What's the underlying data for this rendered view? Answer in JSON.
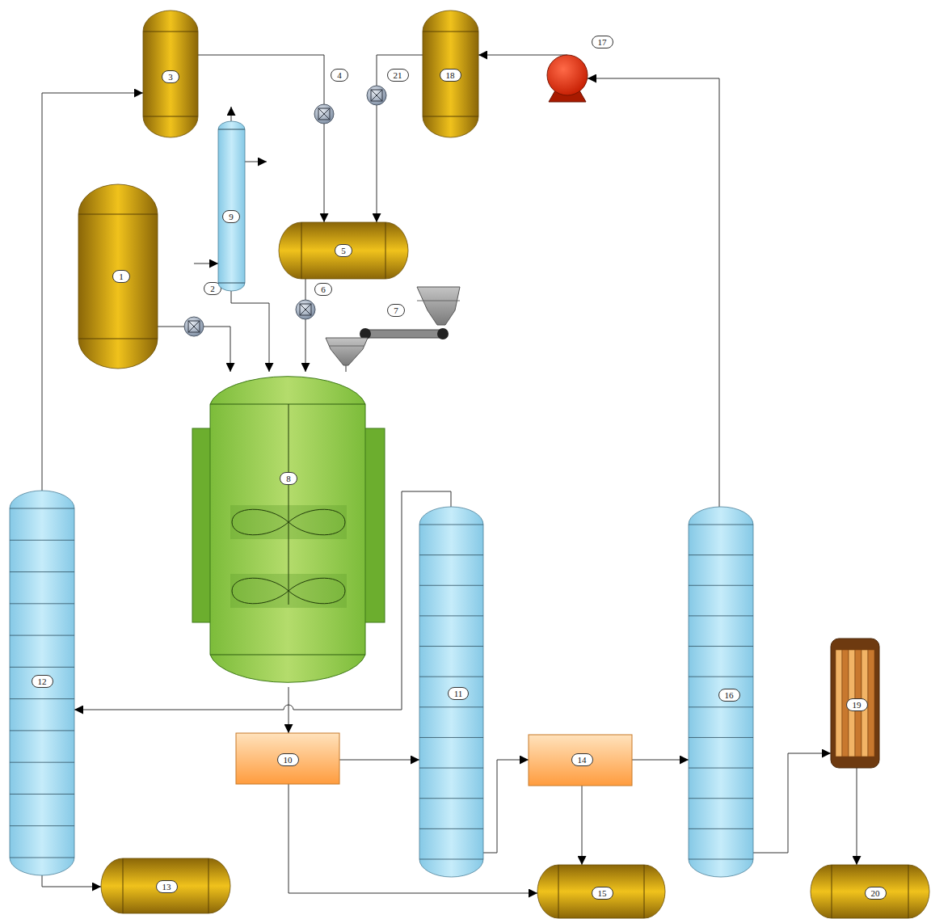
{
  "diagram": {
    "nodes": [
      {
        "text": [
          "1"
        ]
      },
      {
        "text": [
          "2"
        ]
      },
      {
        "text": [
          "3"
        ]
      },
      {
        "text": [
          "4"
        ]
      },
      {
        "text": [
          "5"
        ]
      },
      {
        "text": [
          "6"
        ]
      },
      {
        "text": [
          "7"
        ]
      },
      {
        "text": [
          "8"
        ]
      },
      {
        "text": [
          "9"
        ]
      },
      {
        "text": [
          "10"
        ]
      },
      {
        "text": [
          "11"
        ]
      },
      {
        "text": [
          "12"
        ]
      },
      {
        "text": [
          "13"
        ]
      },
      {
        "text": [
          "14"
        ]
      },
      {
        "text": [
          "15"
        ]
      },
      {
        "text": [
          "16"
        ]
      },
      {
        "text": [
          "17"
        ]
      },
      {
        "text": [
          "18"
        ]
      },
      {
        "text": [
          "19"
        ]
      },
      {
        "text": [
          "20"
        ]
      },
      {
        "text": [
          "21"
        ]
      }
    ],
    "edges": [
      {
        "from": 0,
        "to": 1,
        "arrow": "none"
      },
      {
        "from": 1,
        "to": 7,
        "arrow": "to"
      },
      {
        "from": 8,
        "to": 7,
        "arrow": "to"
      },
      {
        "from": 4,
        "to": 5,
        "arrow": "none"
      },
      {
        "from": 5,
        "to": 7,
        "arrow": "to"
      },
      {
        "from": 2,
        "to": 3,
        "arrow": "none"
      },
      {
        "from": 3,
        "to": 4,
        "arrow": "to"
      },
      {
        "from": 17,
        "to": 20,
        "arrow": "none"
      },
      {
        "from": 20,
        "to": 4,
        "arrow": "to"
      },
      {
        "from": 6,
        "to": 7,
        "arrow": "none"
      },
      {
        "from": 7,
        "to": 9,
        "arrow": "to"
      },
      {
        "from": 9,
        "to": 10,
        "arrow": "to"
      },
      {
        "from": 9,
        "to": 14,
        "arrow": "to"
      },
      {
        "from": 10,
        "to": 11,
        "arrow": "to"
      },
      {
        "from": 11,
        "to": 2,
        "arrow": "to"
      },
      {
        "from": 11,
        "to": 12,
        "arrow": "to"
      },
      {
        "from": 10,
        "to": 13,
        "arrow": "to"
      },
      {
        "from": 13,
        "to": 14,
        "arrow": "to"
      },
      {
        "from": 13,
        "to": 15,
        "arrow": "to"
      },
      {
        "from": 15,
        "to": 16,
        "arrow": "to"
      },
      {
        "from": 16,
        "to": 17,
        "arrow": "to"
      },
      {
        "from": 15,
        "to": 18,
        "arrow": "to"
      },
      {
        "from": 18,
        "to": 19,
        "arrow": "to"
      }
    ]
  }
}
